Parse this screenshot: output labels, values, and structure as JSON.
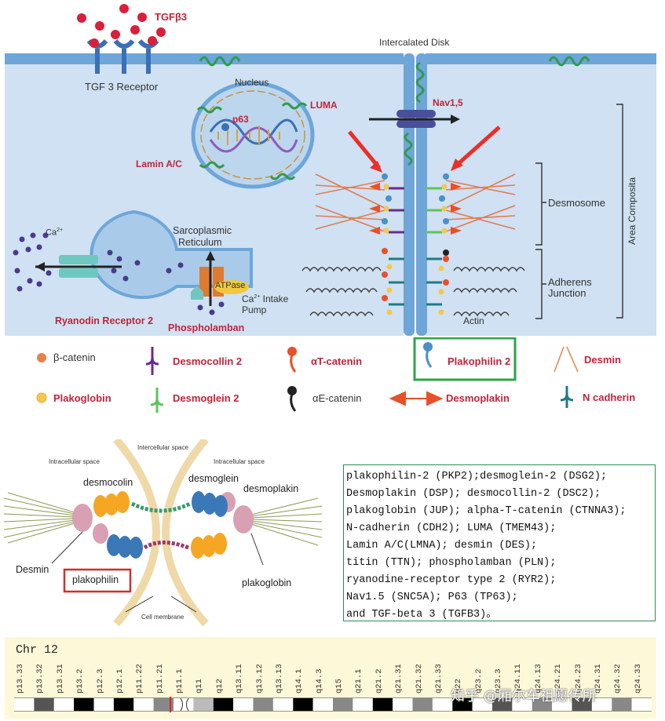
{
  "top_diagram": {
    "tgfb3": "TGFβ3",
    "tgf_receptor": "TGF 3 Receptor",
    "intercalated_disk": "Intercalated Disk",
    "nucleus": "Nucleus",
    "luma": "LUMA",
    "p63": "p63",
    "lamin": "Lamin A/C",
    "nav15": "Nav1,5",
    "ca_left": "Ca",
    "ca_sup": "2+",
    "sr_line1": "Sarcoplasmic",
    "sr_line2": "Reticulum",
    "atpase": "ATPase",
    "ca_intake_1": "Ca",
    "ca_intake_sup": "2+",
    "ca_intake_2": " Intake",
    "pump": "Pump",
    "ryanodin": "Ryanodin Receptor 2",
    "phospholamban": "Phospholamban",
    "desmosome": "Desmosome",
    "adherens_1": "Adherens",
    "adherens_2": "Junction",
    "actin": "Actin",
    "area_composita": "Area Composita"
  },
  "legend": {
    "beta_catenin": "β-catenin",
    "desmocollin": "Desmocollin 2",
    "at_catenin": "αT-catenin",
    "plakophilin": "Plakophilin 2",
    "desmin": "Desmin",
    "plakoglobin": "Plakoglobin",
    "desmoglein": "Desmoglein 2",
    "ae_catenin": "αE-catenin",
    "desmoplakin": "Desmoplakin",
    "n_cadherin": "N cadherin"
  },
  "middle_diagram": {
    "intercellular": "Intercellular space",
    "intracellular_left": "Intracellular space",
    "intracellular_right": "Intracellular space",
    "desmocolin": "desmocolin",
    "desmoglein": "desmoglein",
    "desmoplakin": "desmoplakin",
    "desmin": "Desmin",
    "plakophilin": "plakophilin",
    "plakoglobin": "plakoglobin",
    "cell_membrane": "Cell membrane"
  },
  "gene_list": [
    "plakophilin-2 (PKP2);desmoglein-2 (DSG2);",
    "Desmoplakin (DSP); desmocollin-2 (DSC2);",
    "plakoglobin (JUP); alpha-T-catenin (CTNNA3);",
    "N-cadherin (CDH2); LUMA (TMEM43);",
    "Lamin A/C(LMNA); desmin (DES);",
    "titin (TTN); phospholamban (PLN);",
    "ryanodine-receptor type 2 (RYR2);",
    "Nav1.5 (SNC5A); P63 (TP63);",
    "and TGF-beta 3 (TGFB3)。"
  ],
  "chromosome": {
    "title": "Chr 12",
    "bands": [
      "p13.33",
      "p13.32",
      "p13.31",
      "p13.2",
      "p12.3",
      "p12.1",
      "p11.22",
      "p11.21",
      "p11.1",
      "q11",
      "q12",
      "q13.11",
      "q13.12",
      "q13.13",
      "q14.1",
      "q14.3",
      "q15",
      "q21.1",
      "q21.2",
      "q21.31",
      "q21.32",
      "q21.33",
      "q22",
      "q23.2",
      "q23.3",
      "q24.11",
      "q24.13",
      "q24.21",
      "q24.23",
      "q24.31",
      "q24.32",
      "q24.33"
    ]
  },
  "watermark": "知乎 @厢尔车祖愿传所"
}
